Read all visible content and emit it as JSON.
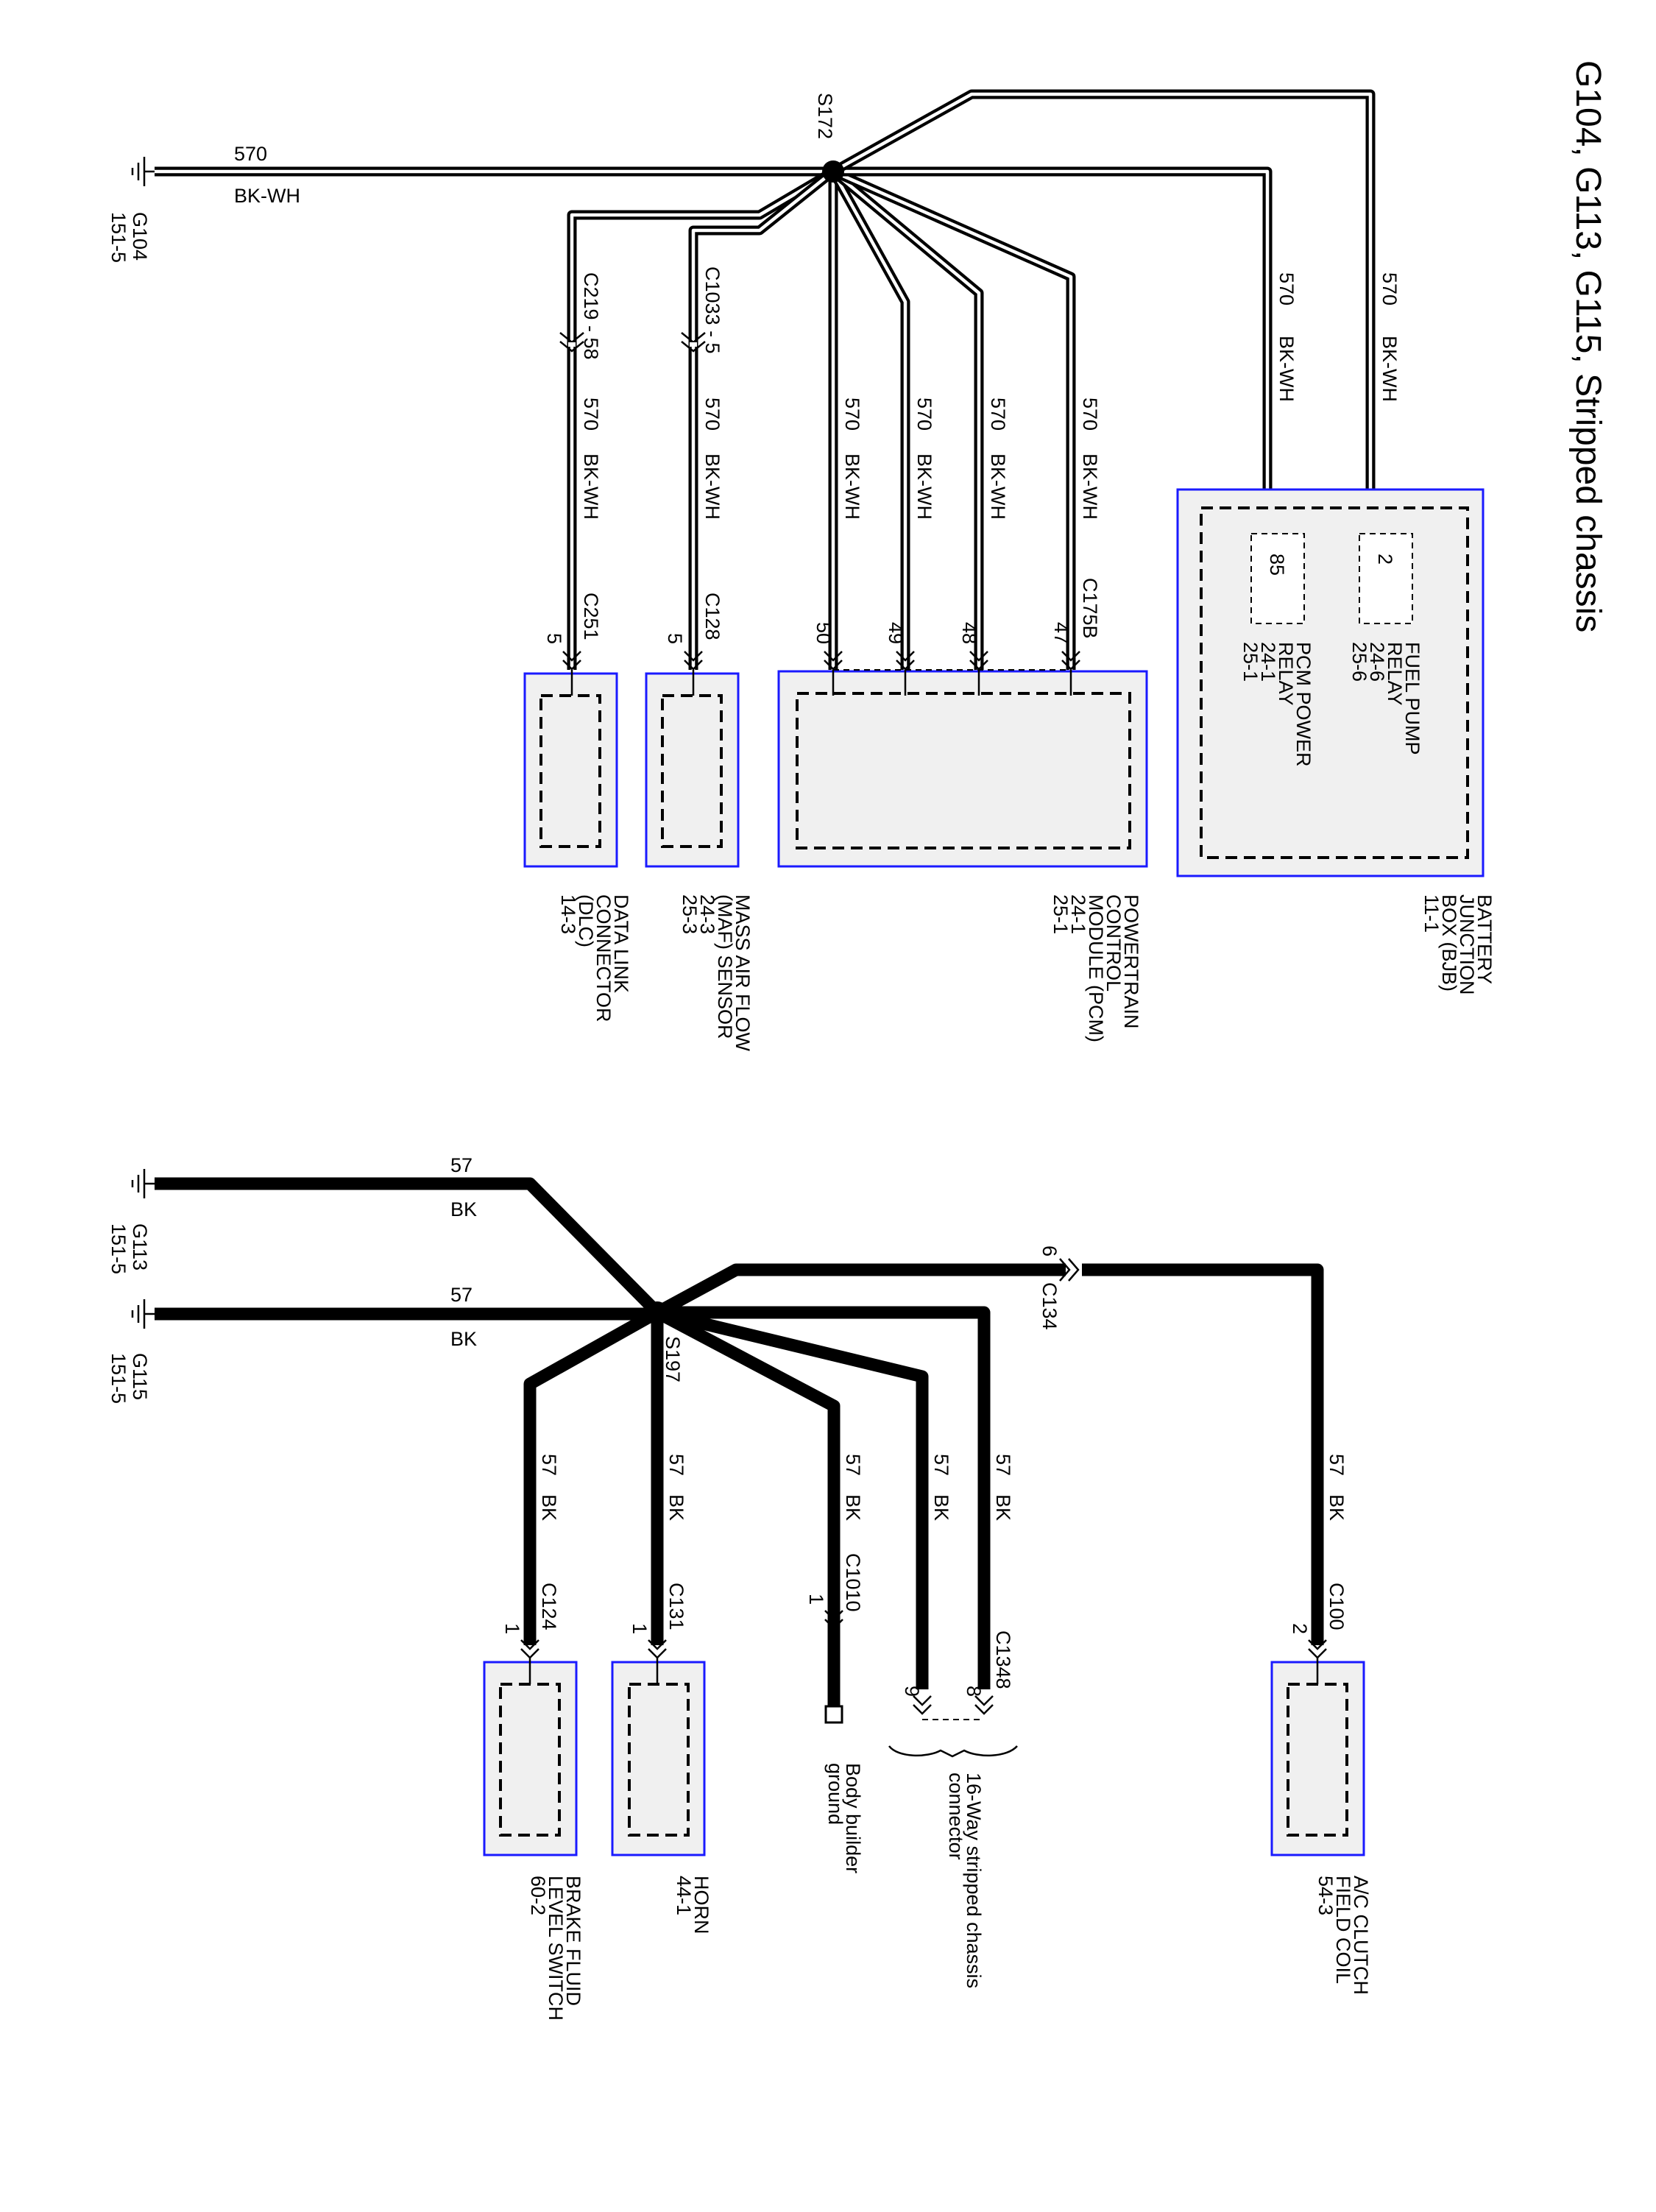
{
  "title": "G104, G113, G115, Stripped chassis",
  "colors": {
    "component_border": "#1a1aff",
    "component_fill": "#f0f0f0",
    "wire": "#000000"
  },
  "upper": {
    "ground": {
      "name": "G104",
      "page": "151-5"
    },
    "ground_wire": {
      "circuit": "570",
      "color": "BK-WH"
    },
    "splice": "S172",
    "c219": "C219 - 58",
    "c1033": "C1033 - 5",
    "wire_circuit": "570",
    "wire_color": "BK-WH",
    "bjb": {
      "name_lines": [
        "BATTERY",
        "JUNCTION",
        "BOX (BJB)",
        "11-1"
      ],
      "pins": [
        {
          "pin": "85",
          "lines": [
            "PCM POWER",
            "RELAY",
            "24-1",
            "25-1"
          ]
        },
        {
          "pin": "2",
          "lines": [
            "FUEL PUMP",
            "RELAY",
            "24-6",
            "25-6"
          ]
        }
      ]
    },
    "pcm": {
      "connector": "C175B",
      "pins": [
        "50",
        "49",
        "48",
        "47"
      ],
      "name_lines": [
        "POWERTRAIN",
        "CONTROL",
        "MODULE (PCM)",
        "24-1",
        "25-1"
      ]
    },
    "maf": {
      "connector": "C128",
      "pin": "5",
      "name_lines": [
        "MASS AIR FLOW",
        "(MAF) SENSOR",
        "24-3",
        "25-3"
      ]
    },
    "dlc": {
      "connector": "C251",
      "pin": "5",
      "name_lines": [
        "DATA LINK",
        "CONNECTOR",
        "(DLC)",
        "14-3"
      ]
    }
  },
  "lower": {
    "grounds": [
      {
        "name": "G113",
        "page": "151-5"
      },
      {
        "name": "G115",
        "page": "151-5"
      }
    ],
    "ground_wire": {
      "circuit": "57",
      "color": "BK"
    },
    "splice": "S197",
    "c134": {
      "name": "C134",
      "pin": "6"
    },
    "wire_circuit": "57",
    "wire_color": "BK",
    "ac": {
      "connector": "C100",
      "pin": "2",
      "name_lines": [
        "A/C CLUTCH",
        "FIELD COIL",
        "54-3"
      ]
    },
    "stripped": {
      "connector": "C1348",
      "pins": [
        "8",
        "9"
      ],
      "name_lines": [
        "16-Way stripped chassis",
        "connector"
      ]
    },
    "body": {
      "connector": "C1010",
      "pin": "1",
      "name_lines": [
        "Body builder",
        "ground"
      ]
    },
    "horn": {
      "connector": "C131",
      "pin": "1",
      "name_lines": [
        "HORN",
        "44-1"
      ]
    },
    "brake": {
      "connector": "C124",
      "pin": "1",
      "name_lines": [
        "BRAKE FLUID",
        "LEVEL SWITCH",
        "60-2"
      ]
    }
  }
}
